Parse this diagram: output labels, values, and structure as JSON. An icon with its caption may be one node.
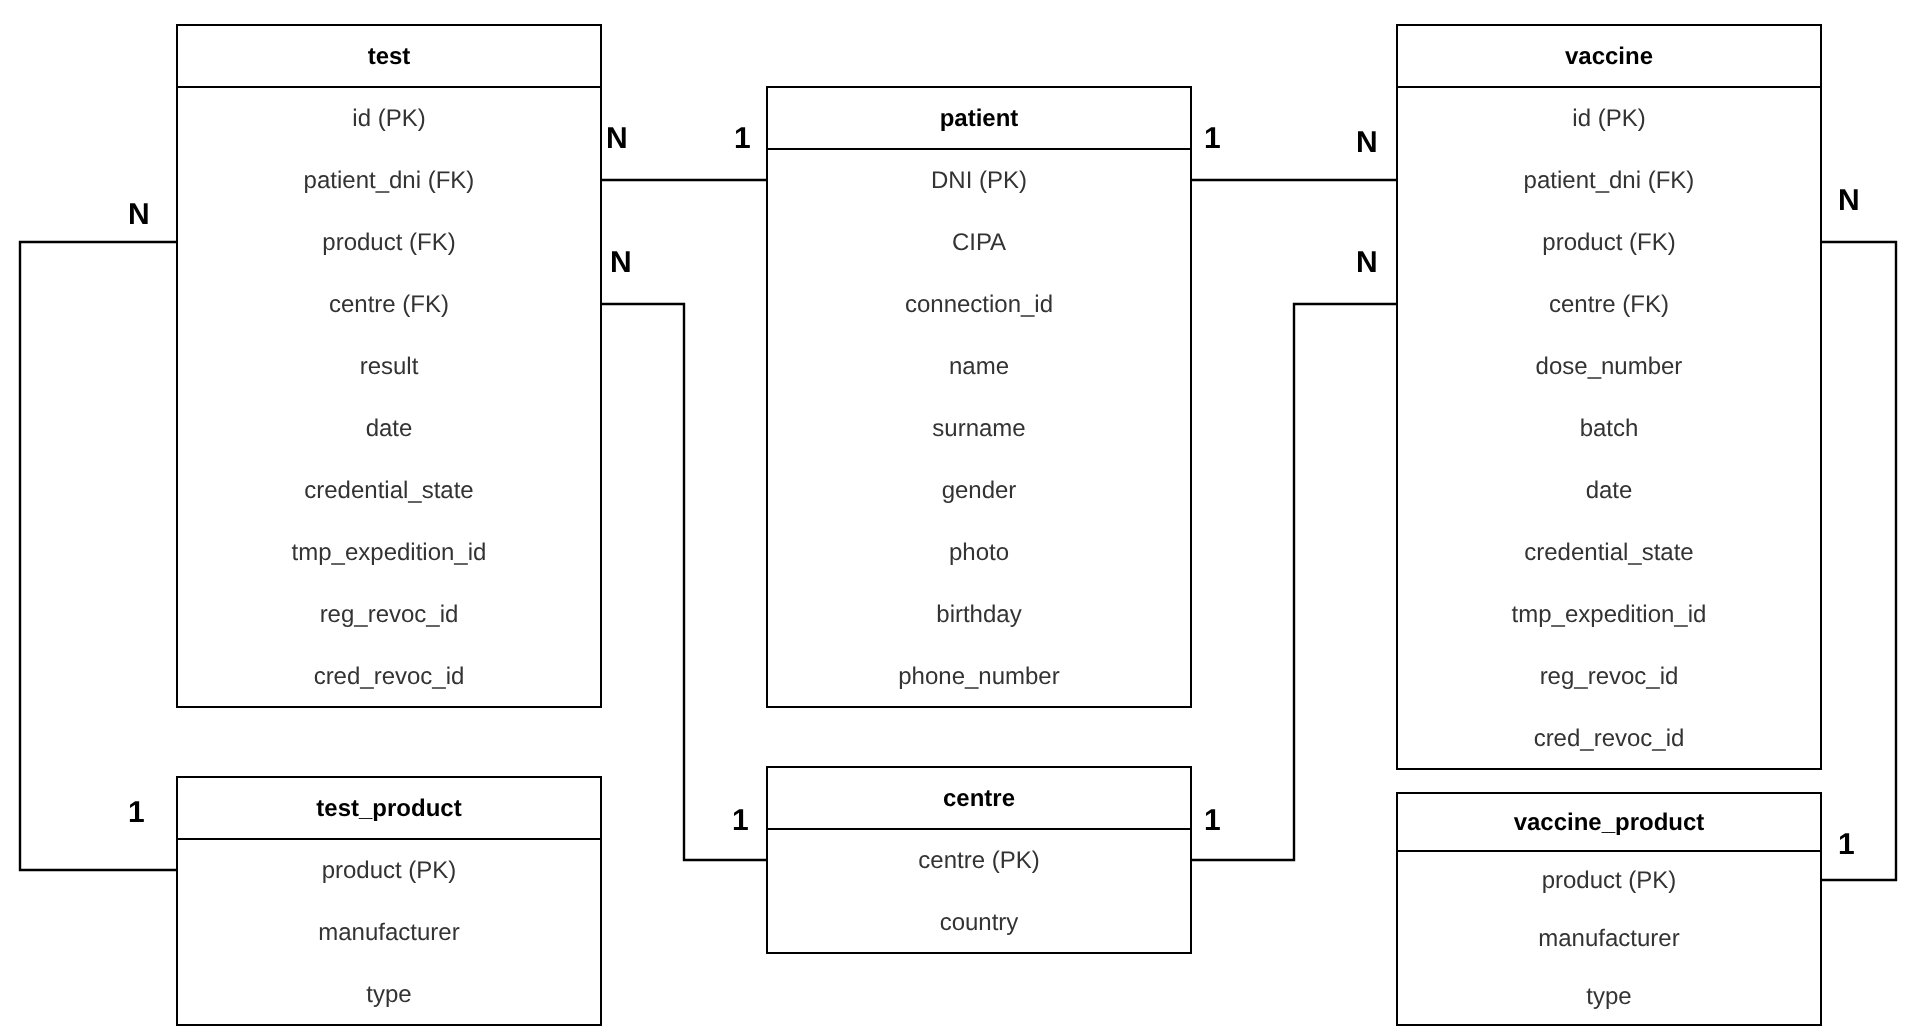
{
  "diagram": {
    "nodes": [
      {
        "text": [
          "test",
          "id (PK)",
          "patient_dni (FK)",
          "product (FK)",
          "centre (FK)",
          "result",
          "date",
          "credential_state",
          "tmp_expedition_id",
          "reg_revoc_id",
          "cred_revoc_id"
        ]
      },
      {
        "text": [
          "patient",
          "DNI (PK)",
          "CIPA",
          "connection_id",
          "name",
          "surname",
          "gender",
          "photo",
          "birthday",
          "phone_number"
        ]
      },
      {
        "text": [
          "vaccine",
          "id (PK)",
          "patient_dni (FK)",
          "product (FK)",
          "centre (FK)",
          "dose_number",
          "batch",
          "date",
          "credential_state",
          "tmp_expedition_id",
          "reg_revoc_id",
          "cred_revoc_id"
        ]
      },
      {
        "text": [
          "test_product",
          "product (PK)",
          "manufacturer",
          "type"
        ]
      },
      {
        "text": [
          "centre",
          "centre (PK)",
          "country"
        ]
      },
      {
        "text": [
          "vaccine_product",
          "product (PK)",
          "manufacturer",
          "type"
        ]
      }
    ],
    "edges": [
      {
        "from": 0,
        "to": 1,
        "arrow": "none"
      },
      {
        "from": 0,
        "to": 4,
        "arrow": "none"
      },
      {
        "from": 1,
        "to": 2,
        "arrow": "none"
      },
      {
        "from": 2,
        "to": 4,
        "arrow": "none"
      },
      {
        "from": 0,
        "to": 3,
        "arrow": "none"
      },
      {
        "from": 2,
        "to": 5,
        "arrow": "none"
      }
    ],
    "labels": [
      "N",
      "1",
      "1",
      "N",
      "N",
      "N",
      "N",
      "N",
      "1",
      "1",
      "1",
      "1"
    ]
  }
}
